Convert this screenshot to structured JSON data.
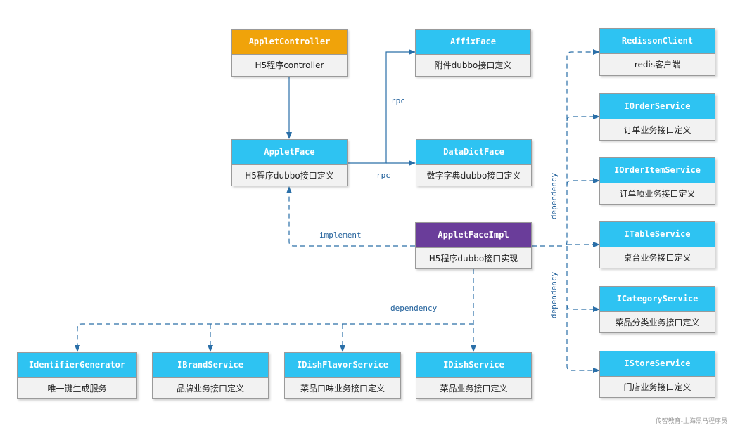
{
  "colors": {
    "blue": "#2ec3f2",
    "orange": "#f0a30a",
    "purple": "#6a3d9a",
    "line": "#2a6fa8"
  },
  "nodes": {
    "appletController": {
      "title": "AppletController",
      "desc": "H5程序controller",
      "color": "#f0a30a"
    },
    "appletFace": {
      "title": "AppletFace",
      "desc": "H5程序dubbo接口定义",
      "color": "#2ec3f2"
    },
    "affixFace": {
      "title": "AffixFace",
      "desc": "附件dubbo接口定义",
      "color": "#2ec3f2"
    },
    "dataDictFace": {
      "title": "DataDictFace",
      "desc": "数字字典dubbo接口定义",
      "color": "#2ec3f2"
    },
    "appletFaceImpl": {
      "title": "AppletFaceImpl",
      "desc": "H5程序dubbo接口实现",
      "color": "#6a3d9a"
    },
    "redissonClient": {
      "title": "RedissonClient",
      "desc": "redis客户端",
      "color": "#2ec3f2"
    },
    "iOrderService": {
      "title": "IOrderService",
      "desc": "订单业务接口定义",
      "color": "#2ec3f2"
    },
    "iOrderItemService": {
      "title": "IOrderItemService",
      "desc": "订单项业务接口定义",
      "color": "#2ec3f2"
    },
    "iTableService": {
      "title": "ITableService",
      "desc": "桌台业务接口定义",
      "color": "#2ec3f2"
    },
    "iCategoryService": {
      "title": "ICategoryService",
      "desc": "菜品分类业务接口定义",
      "color": "#2ec3f2"
    },
    "iStoreService": {
      "title": "IStoreService",
      "desc": "门店业务接口定义",
      "color": "#2ec3f2"
    },
    "identifierGenerator": {
      "title": "IdentifierGenerator",
      "desc": "唯一键生成服务",
      "color": "#2ec3f2"
    },
    "iBrandService": {
      "title": "IBrandService",
      "desc": "品牌业务接口定义",
      "color": "#2ec3f2"
    },
    "iDishFlavorService": {
      "title": "IDishFlavorService",
      "desc": "菜品口味业务接口定义",
      "color": "#2ec3f2"
    },
    "iDishService": {
      "title": "IDishService",
      "desc": "菜品业务接口定义",
      "color": "#2ec3f2"
    }
  },
  "labels": {
    "rpc_top": "rpc",
    "rpc_bottom": "rpc",
    "implement": "implement",
    "dependency_bottom": "dependency",
    "dependency_right_upper": "dependency",
    "dependency_right_lower": "dependency"
  },
  "watermark": "传智教育-上海黑马程序员"
}
